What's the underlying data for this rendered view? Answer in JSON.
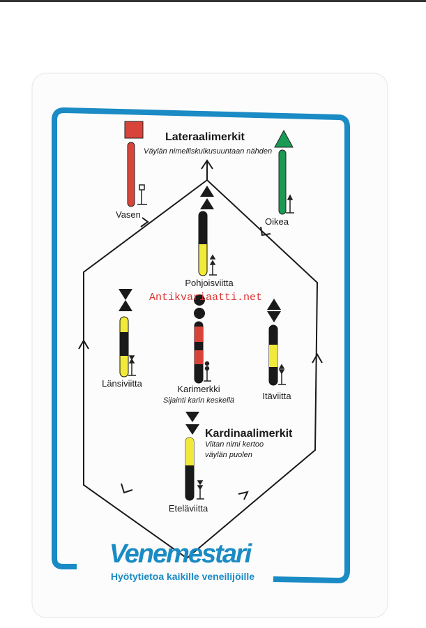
{
  "lateral": {
    "title": "Lateraalimerkit",
    "subtitle": "Väylän nimelliskulkusuuntaan nähden",
    "left": "Vasen",
    "right": "Oikea"
  },
  "cardinal": {
    "title": "Kardinaalimerkit",
    "subtitle_line1": "Viitan nimi kertoo",
    "subtitle_line2": "väylän puolen",
    "north": "Pohjoisviitta",
    "west": "Länsiviitta",
    "east": "Itäviitta",
    "south": "Eteläviitta"
  },
  "isolated": {
    "title": "Karimerkki",
    "subtitle": "Sijainti karin keskellä"
  },
  "brand": {
    "name": "Venemestari",
    "tagline": "Hyötytietoa kaikille veneilijöille"
  },
  "watermark": "Antikvariaatti.net",
  "colors": {
    "blue": "#1a8bc4",
    "red": "#d9443a",
    "green": "#1a9a52",
    "yellow": "#f2ea3a",
    "black": "#1a1a1a"
  }
}
